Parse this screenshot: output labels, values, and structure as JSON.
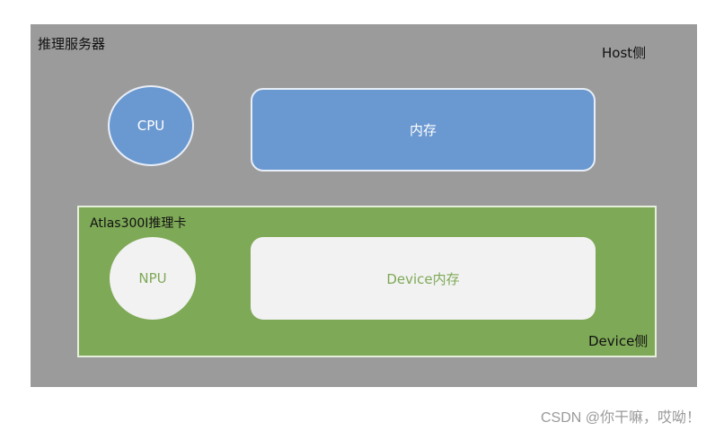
{
  "diagram": {
    "server_label": "推理服务器",
    "host_side_label": "Host侧",
    "cpu_label": "CPU",
    "host_memory_label": "内存",
    "card_label": "Atlas300I推理卡",
    "npu_label": "NPU",
    "device_memory_label": "Device内存",
    "device_side_label": "Device侧"
  },
  "watermark": "CSDN @你干嘛，哎呦！",
  "colors": {
    "server_bg": "#9b9b9b",
    "host_component": "#6a98d0",
    "card_bg": "#7ea957",
    "device_component": "#f2f2f2"
  }
}
